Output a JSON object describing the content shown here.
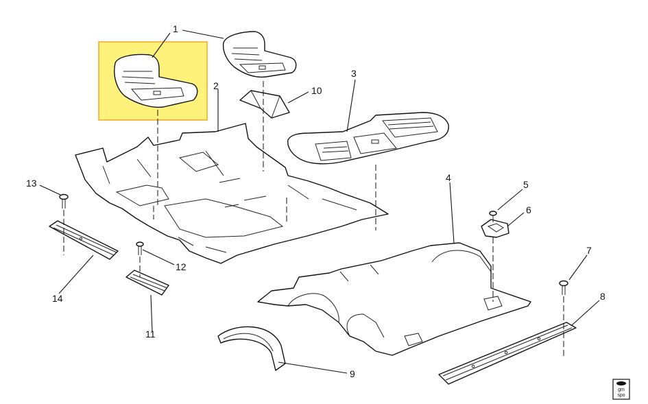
{
  "diagram": {
    "highlight_color": "#FFF27A",
    "highlight_border_color": "#F5A623",
    "callouts": [
      {
        "id": "c1",
        "label": "1"
      },
      {
        "id": "c2",
        "label": "2"
      },
      {
        "id": "c3",
        "label": "3"
      },
      {
        "id": "c4",
        "label": "4"
      },
      {
        "id": "c5",
        "label": "5"
      },
      {
        "id": "c6",
        "label": "6"
      },
      {
        "id": "c7",
        "label": "7"
      },
      {
        "id": "c8",
        "label": "8"
      },
      {
        "id": "c9",
        "label": "9"
      },
      {
        "id": "c10",
        "label": "10"
      },
      {
        "id": "c11",
        "label": "11"
      },
      {
        "id": "c12",
        "label": "12"
      },
      {
        "id": "c13",
        "label": "13"
      },
      {
        "id": "c14",
        "label": "14"
      }
    ],
    "logo": {
      "line1": "gm",
      "line2": "spo"
    }
  }
}
